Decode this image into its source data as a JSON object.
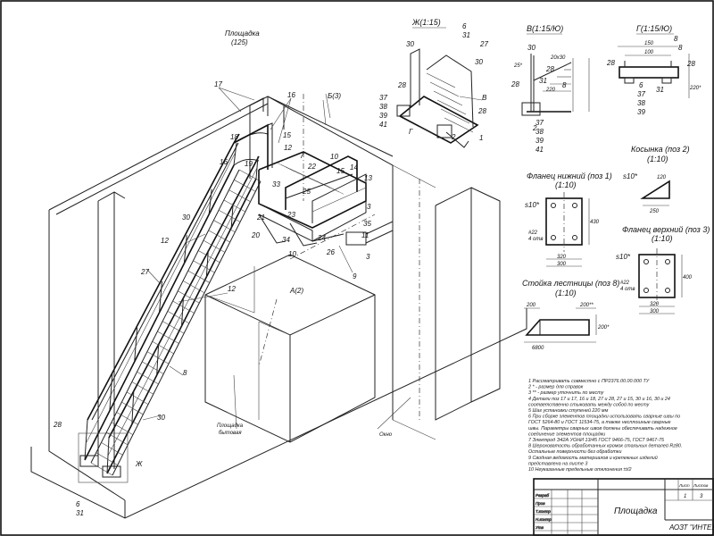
{
  "callouts": {
    "platform": "Площадка",
    "platform_sub": "(125)",
    "view_b": "Б(3)",
    "view_a": "А(2)",
    "wall_label": "Площадка\nбытовая",
    "window_label": "Окно",
    "arrow_zh": "Ж",
    "arrow_v": "В",
    "arrow_g": "Г"
  },
  "pos_numbers": [
    "17",
    "16",
    "18",
    "16",
    "15",
    "12",
    "7",
    "19",
    "25",
    "33",
    "10",
    "14",
    "15",
    "13",
    "22",
    "23",
    "21",
    "20",
    "34",
    "24",
    "26",
    "9",
    "35",
    "11",
    "3",
    "30",
    "12",
    "27",
    "12",
    "8",
    "30",
    "28",
    "6",
    "31",
    "10",
    "3"
  ],
  "views": {
    "zh": "Ж(1:15)",
    "v": "В(1:15/Ю)",
    "g": "Г(1:15/Ю)",
    "kosynka": "Косынка (поз 2)",
    "kosynka_scale": "(1:10)",
    "flange_low": "Фланец нижний (поз 1)",
    "flange_low_scale": "(1:10)",
    "flange_top": "Фланец верхний (поз 3)",
    "flange_top_scale": "(1:10)",
    "stand": "Стойка лестницы (поз 8)",
    "stand_scale": "(1:10)"
  },
  "view_zh_nums": [
    "30",
    "6",
    "31",
    "27",
    "30",
    "28",
    "37",
    "38",
    "39",
    "41",
    "28",
    "2",
    "1"
  ],
  "view_v_nums": [
    "30",
    "28",
    "31",
    "8",
    "28",
    "37",
    "38",
    "39",
    "41",
    "2"
  ],
  "view_g_nums": [
    "28",
    "8",
    "31",
    "37",
    "38",
    "39",
    "6",
    "8",
    "28"
  ],
  "dims": {
    "s10": "s10*",
    "holes": "#22\n4 отв",
    "d320": "320",
    "d300": "300",
    "d430": "430",
    "d400": "400",
    "d250": "250",
    "d120": "120",
    "d200": "200",
    "d6800": "6800",
    "d100": "100",
    "d150": "150"
  },
  "notes": [
    "1  Рассматривать совместно с ПР2376.00.00.000 ТУ",
    "2  * - размер для справок",
    "3  ** - размер уточнить по месту",
    "4  Детали поз 17 и 17, 16 и 18, 27 и 28, 27 и 15, 30 и 16, 30 и 24",
    "   соответственно стыковать между собой по месту",
    "5  Шаг установки ступеней 220 мм",
    "6  При сборке элементов площадки использовать сварные швы по",
    "   ГОСТ 5264-80 и ГОСТ 11534-75, а также несплошные сварные",
    "   швы. Параметры сварных швов должны обеспечивать надежное",
    "   соединение элементов площадки",
    "7  Электрод Э42А УОНИ 13/45 ГОСТ 9466-75, ГОСТ 9467-75",
    "8  Шероховатость обработанных кромок стальных деталей Rz80.",
    "   Остальные поверхности без обработки",
    "9  Сводная ведомость материалов и крепежных изделий",
    "   представлена на листе 3",
    "10  Неуказанные предельные отклонения ±t/2"
  ],
  "title_block": {
    "title": "Площадка",
    "company": "АОЗТ \"ИНТЕХ\"",
    "sheet_label": "Лист",
    "sheets_label": "Листов",
    "sheet": "1",
    "sheets": "3",
    "rows": [
      "Разраб",
      "Пров",
      "Т.контр",
      "Н.контр",
      "Утв"
    ]
  }
}
